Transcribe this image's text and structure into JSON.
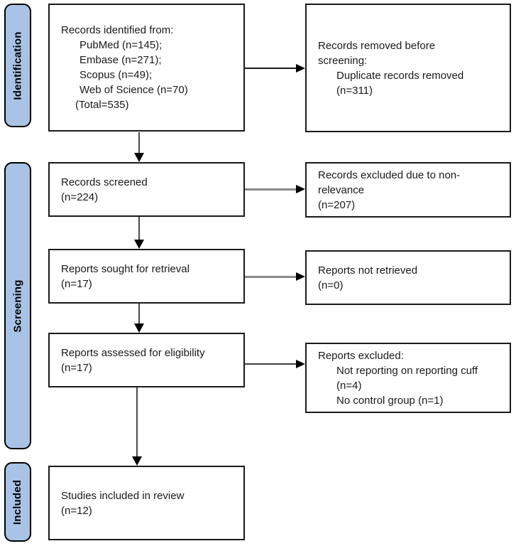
{
  "diagram": {
    "type": "prisma-flow-diagram",
    "colors": {
      "stage_fill": "#a9c3e6",
      "stage_border": "#000000",
      "box_border": "#1a1a1a",
      "arrow_black": "#1a1a1a",
      "arrow_gray": "#8a8a8a",
      "background": "#ffffff"
    }
  },
  "stages": {
    "identification": "Identification",
    "screening": "Screening",
    "included": "Included"
  },
  "boxes": {
    "identified": {
      "lines": [
        "Records identified from:",
        "PubMed (n=145);",
        "Embase (n=271);",
        "Scopus (n=49);",
        "Web of Science (n=70)",
        "(Total=535)"
      ]
    },
    "removed": {
      "lines": [
        "Records removed before",
        "screening:",
        "Duplicate records removed",
        "(n=311)"
      ]
    },
    "screened": {
      "lines": [
        "Records screened",
        "(n=224)"
      ]
    },
    "excluded_nonrelevance": {
      "lines": [
        "Records excluded due to non-",
        "relevance",
        "(n=207)"
      ]
    },
    "sought": {
      "lines": [
        "Reports sought for retrieval",
        "(n=17)"
      ]
    },
    "not_retrieved": {
      "lines": [
        "Reports not retrieved",
        "(n=0)"
      ]
    },
    "assessed": {
      "lines": [
        "Reports assessed for eligibility",
        "(n=17)"
      ]
    },
    "excluded_reports": {
      "lines": [
        "Reports excluded:",
        "Not reporting on reporting cuff",
        "(n=4)",
        "No control group (n=1)"
      ]
    },
    "included_studies": {
      "lines": [
        "Studies included in review",
        "(n=12)"
      ]
    }
  }
}
